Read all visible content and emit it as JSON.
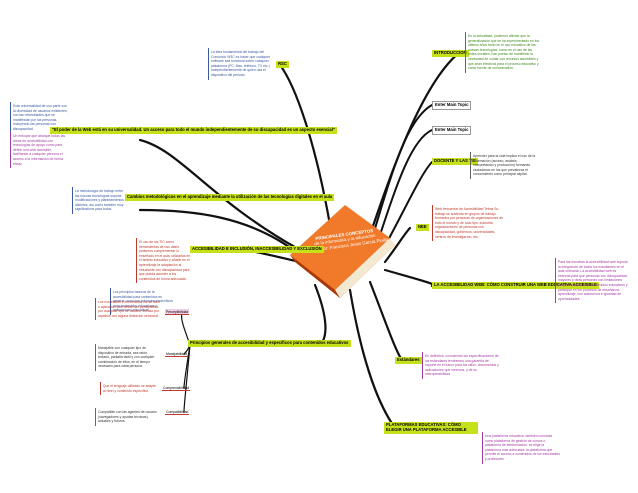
{
  "center": {
    "title_line1": "PRINCIPALES CONCEPTOS",
    "title_line2": "de la informatica y la educación",
    "title_line3": "Coordinador: Francisca Jesús García Pinilla"
  },
  "nodes": {
    "rsc": "RSC",
    "introduccion": "INTRODUCCION",
    "enter_main_topic_1": "Enter Main Topic",
    "enter_main_topic_2": "Enter Main Topic",
    "docente_tic": "DOCENTE Y LAS TIC",
    "nee": "NEE",
    "accesibilidad_web": "LA ACCESIBILIDAD WEB: CÓMO CONSTRUIR UNA WEB EDUCATIVA ACCESIBLE",
    "estandares": "Estándares",
    "plataformas": "PLATAFORMAS EDUCATIVAS: CÓMO ELEGIR UNA PLATAFORMA ACCESIBLE",
    "poder_web": "\"El poder de la Web está en su universalidad. Un acceso para todo el mundo independientemente de su discapacidad es un aspecto esencial\"",
    "cambios": "Cambios metodológicos en el aprendizaje mediante la utilización de las tecnologías digitales en el aula",
    "accesibilidad_inclusion": "ACCESIBILIDAD E INCLUSIÓN, INACCESIBILIDAD Y EXCLUSIÓN",
    "principios": "Principios generales de accesibilidad y específicos para contenidos educativos",
    "perceptibilidad": "Perceptibilidad",
    "manejabilidad": "Manejabilidad",
    "comprensibilidad": "Comprensibilidad",
    "compatibilidad": "Compatibilidad"
  },
  "notes": {
    "rsc_note": "La idea fundamental del trabajo del Consorcio W3C es hacer que cualquier software sea funcional sobre cualquier plataforma (PC, Mac, teléfono, TV etc.) independientemente de quien usa el dispositivo del periodo.",
    "introduccion_note": "En la actualidad, podemos afirmar que la generalización que se ha experimentado en los últimos años tanto en el uso educativo de las nuevas tecnologías, como en el uso de las redes sociales, han puesto de manifiesto la necesidad de contar con recursos accesibles y que sean efectivos para el proceso educativo y como fuente de comunicación.",
    "docente_note": "Aprender para la vida implica el uso de la información (acceso, análisis, interpretación y producción) formando ciudadanos en los que prevalezca el conocimiento como principal capital.",
    "nee_note": "Web frecuentar de Accesibilidad Telma Su trabajo se sustenta en grupos de trabajo formados por personas de organizaciones de todo el mundo y de todo tipo: industria, organizaciones de personas con discapacidad, gobiernos, universidades, centros de investigación, etc.",
    "accesibilidad_web_note": "Para las escuelas la accesibilidad web supone la integración de todos los estudiantes en el aula ordinaria. La accesibilidad web es esencial para que personas con discapacidad, mayores y otras personas con limitaciones puedan acceder a los contenidos educativos y participar en los procesos de enseñanza-aprendizaje, con autonomía e igualdad de oportunidades.",
    "estandares_note": "En definitiva, conociendo las especificaciones de los estándares tendremos una garantía de soporte en el futuro para los sitios, documentos y aplicaciones que creemos, y de su interoperabilidad.",
    "plataformas_note": "Una plataforma educativa, también conocida como plataforma de gestión de cursos o plataforma de teleformación, se elige la plataforma más adecuada: la plataforma que permite el acceso a contenidos de los estudiantes y profesores.",
    "poder_note_1": "Esta universalidad de uso parte con la diversidad de usuarios existentes, con las necesidades que se manifiestan por las personas. Incluyendo las personas con discapacidad.",
    "poder_note_2": "Un enfoque que abarque todas las áreas de accesibilidad con tecnologías de apoyo como para definir una web accesible, facilitando a cualquier persona el acceso a la información de forma eficaz.",
    "cambios_note": "La metodología de trabajo entre las nuevas tecnologías supone modificaciones y planteamientos distintos, así como también muy significativos para todos.",
    "accesibilidad_inclusion_note": "El uso de las TIC como herramientas de uso diario podemos complementar lo enseñado en el aula, utilizarlas en el ámbito educativo y añadir en el aprendizaje la adaptación al estudiante con discapacidad para que pueda acceder a los contenidos de forma adecuada.",
    "principios_note": "Los principios básicos de la accesibilidad para contenidos en general, como los principios específicos para contenidos educativos y aplicaciones educativas.",
    "perceptibilidad_note": "Los contenidos e información con el sitio o aplicación web deben ser perceptibles por cualquier tipo de usuario, incluso por aquellos con alguna limitación sensorial.",
    "manejabilidad_note": "Manejable con cualquier tipo de dispositivo de entrada, sea ratón, teclado, pantalla táctil y con cualquier combinación de ellos, en el tiempo necesario para cada persona.",
    "comprensibilidad_note": "Que el lenguaje utilizado se adapte al nivel y contenido específico.",
    "compatibilidad_note": "Compatible con las agentes de usuario (navegadores y ayudas técnicas) actuales y futuros."
  },
  "colors": {
    "green_node": "#c6e01a",
    "book_orange": "#e0601a",
    "line": "#111111"
  }
}
